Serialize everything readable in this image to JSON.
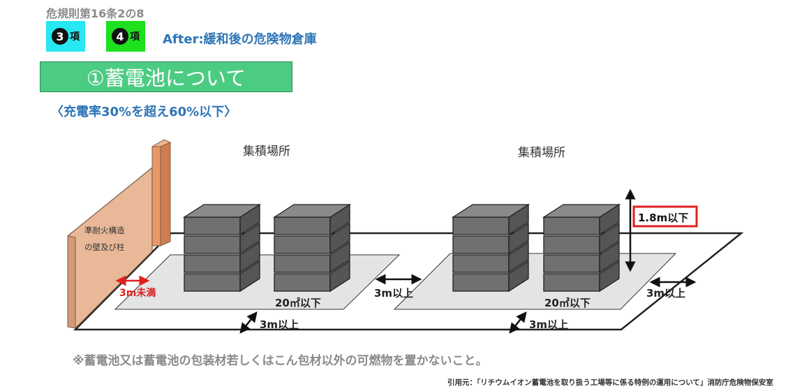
{
  "header": {
    "rule_ref": "危規則第16条2の8",
    "badge_3": {
      "number": "❸",
      "suffix": "項",
      "color": "#27e8f0"
    },
    "badge_4": {
      "number": "❹",
      "suffix": "項",
      "color": "#1ee01e"
    },
    "after_title": "After:緩和後の危険物倉庫",
    "section_title": "①蓄電池について",
    "rate_range": "〈充電率30%を超え60%以下〉"
  },
  "diagram": {
    "wall_label_line1": "準耐火構造",
    "wall_label_line2": "の壁及び柱",
    "area_left": {
      "title": "集積場所",
      "size_label": "20㎡以下",
      "wall_gap_label": "3m未満",
      "front_gap_label": "3m以上"
    },
    "area_right": {
      "title": "集積場所",
      "size_label": "20㎡以下",
      "height_label": "1.8m以下",
      "front_gap_label": "3m以上",
      "side_gap_label": "3m以上"
    },
    "between_gap_label": "3m以上",
    "colors": {
      "wall": "#e8b898",
      "pillar": "#e89868",
      "area": "#e4e4e4",
      "box_front": "#707070",
      "box_side": "#555555",
      "box_top": "#8a8a8a",
      "highlight": "#e02020"
    }
  },
  "footer": {
    "note": "※蓄電池又は蓄電池の包装材若しくはこん包材以外の可燃物を置かないこと。",
    "citation": "引用元：「リチウムイオン蓄電池を取り扱う工場等に係る特例の運用について」消防庁危険物保安室"
  }
}
